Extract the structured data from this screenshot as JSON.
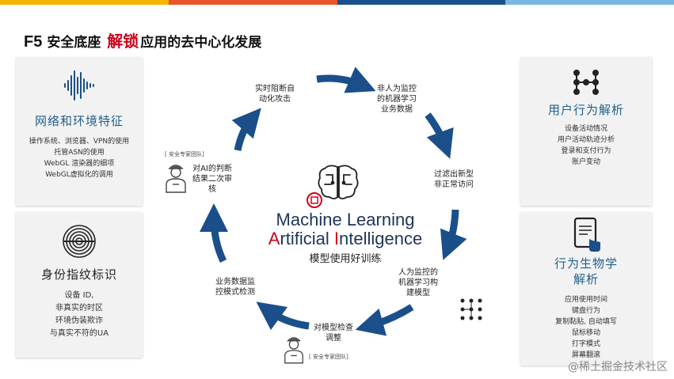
{
  "colors": {
    "topbar": [
      "#f5b400",
      "#e8552b",
      "#1b4f8a",
      "#7ab7e0"
    ],
    "arrow": "#1b4f8a",
    "accent_red": "#d0021b",
    "panel_title": "#1f5f8b"
  },
  "title": {
    "brand": "F5",
    "pre": "安全底座",
    "highlight": "解锁",
    "post": "应用的去中心化发展"
  },
  "left_panels": [
    {
      "icon": "soundwave-icon",
      "title": "网络和环境特征",
      "lines": [
        "操作系统、浏览器、VPN的使用",
        "托管ASN的使用",
        "WebGL 渲染器的细项",
        "WebGL虚拟化的调用"
      ]
    },
    {
      "icon": "fingerprint-icon",
      "title": "身份指纹标识",
      "lines": [
        "设备 ID,",
        "非真实的时区",
        "环境伪装欺诈",
        "与真实不符的UA"
      ]
    }
  ],
  "right_panels": [
    {
      "icon": "graph-nodes-icon",
      "title": "用户行为解析",
      "lines": [
        "设备活动情况",
        "用户活动轨迹分析",
        "登录和支付行为",
        "账户变动"
      ]
    },
    {
      "icon": "tablet-touch-icon",
      "title": "行为生物学",
      "title2": "解析",
      "lines": [
        "应用使用时间",
        "键盘行为",
        "复制黏贴, 自动填写",
        "鼠标移动",
        "打字模式",
        "屏幕翻滚"
      ]
    }
  ],
  "cycle_steps": [
    {
      "l1": "实时阻断自",
      "l2": "动化攻击"
    },
    {
      "l1": "非人为监控",
      "l2": "的机器学习",
      "l3": "业务数据"
    },
    {
      "l1": "过滤出新型",
      "l2": "非正常访问"
    },
    {
      "l1": "人为监控的",
      "l2": "机器学习构",
      "l3": "建模型"
    },
    {
      "l1": "对模型检查",
      "l2": "调整"
    },
    {
      "l1": "业务数据监",
      "l2": "控模式检测"
    },
    {
      "l1": "对AI的判断",
      "l2": "结果二次审",
      "l3": "核"
    }
  ],
  "expert_tags": [
    "[ 安全专家团队]",
    "[ 安全专家团队]"
  ],
  "center": {
    "line1": "Machine Learning",
    "line2_a": "A",
    "line2_b": "rtificial ",
    "line2_c": "I",
    "line2_d": "ntelligence",
    "subtitle": "模型使用好训练"
  },
  "watermark": "@稀土掘金技术社区"
}
